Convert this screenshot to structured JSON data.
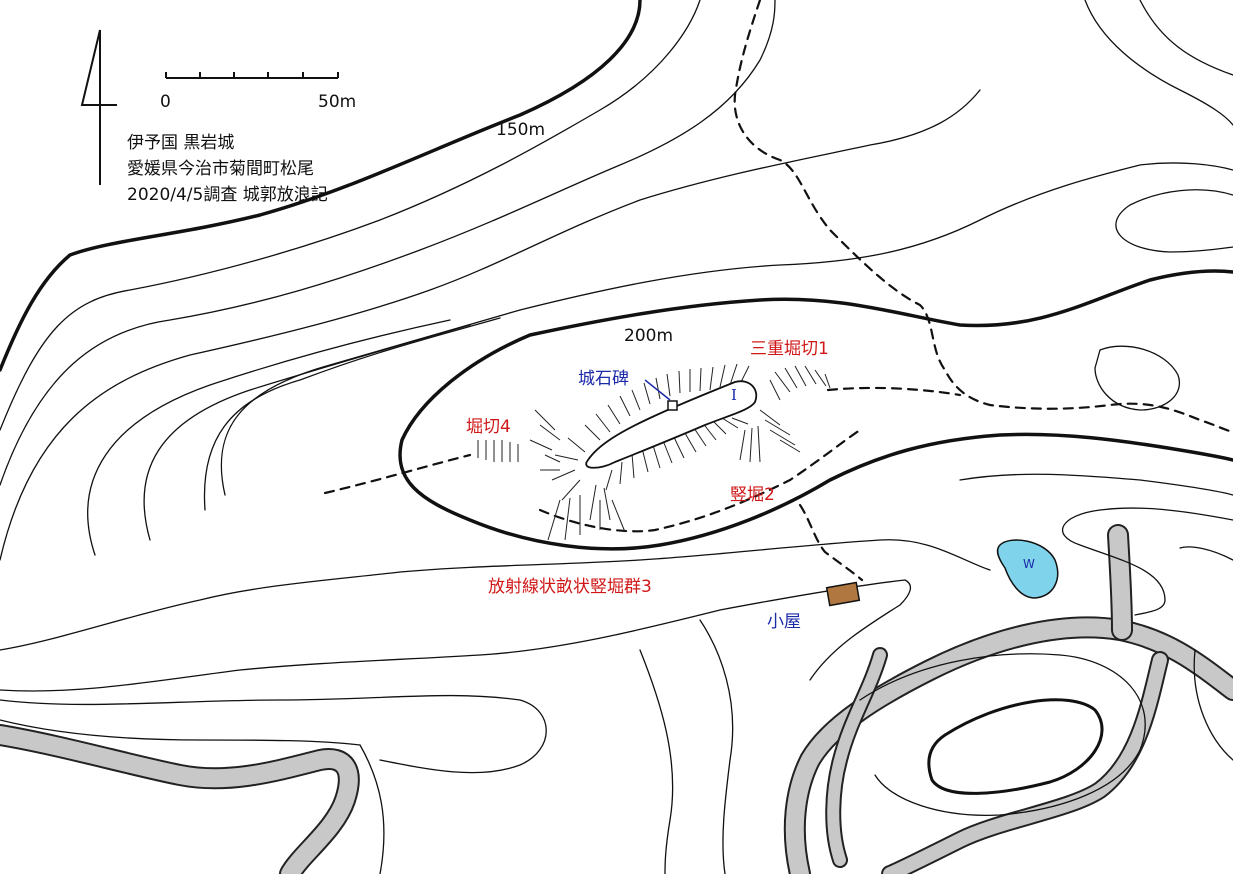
{
  "title_block": {
    "line1": "伊予国 黒岩城",
    "line2": "愛媛県今治市菊間町松尾",
    "line3": "2020/4/5調査 城郭放浪記"
  },
  "scale_bar": {
    "start_label": "0",
    "end_label": "50m"
  },
  "north_arrow": {
    "symbol": "north-arrow"
  },
  "contour_labels": {
    "c150": "150m",
    "c200": "200m"
  },
  "features": {
    "castle_monument": "城石碑",
    "enclosure_1": "I",
    "triple_moat": "三重堀切1",
    "moat_4": "堀切4",
    "vertical_moat_2": "竪堀2",
    "radial_moats_3": "放射線状畝状竪堀群3",
    "hut": "小屋",
    "water": "W"
  },
  "colors": {
    "contour": "#111111",
    "road": "#c8c8c8",
    "water": "#7fd3ea",
    "hut": "#b07840",
    "red_label": "#d01818",
    "blue_label": "#1a2aa8"
  }
}
